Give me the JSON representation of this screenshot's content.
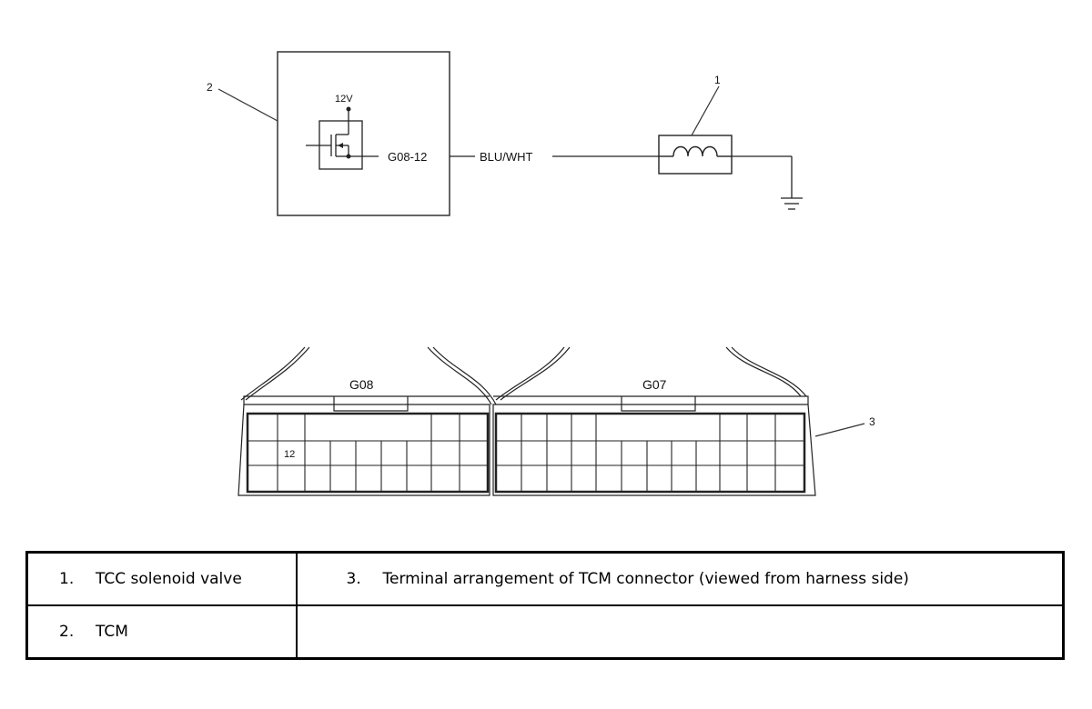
{
  "schematic": {
    "callouts": [
      "1",
      "2",
      "3"
    ],
    "supply_voltage": "12V",
    "terminal": "G08-12",
    "wire_color": "BLU/WHT"
  },
  "connector": {
    "halves": [
      {
        "name": "G08",
        "highlighted_pin": "12"
      },
      {
        "name": "G07"
      }
    ]
  },
  "legend": {
    "rows": [
      [
        {
          "num": "1.",
          "text": "TCC solenoid valve"
        },
        {
          "num": "3.",
          "text": "Terminal arrangement of TCM connector (viewed from harness side)"
        }
      ],
      [
        {
          "num": "2.",
          "text": "TCM"
        },
        {
          "num": "",
          "text": ""
        }
      ]
    ]
  }
}
